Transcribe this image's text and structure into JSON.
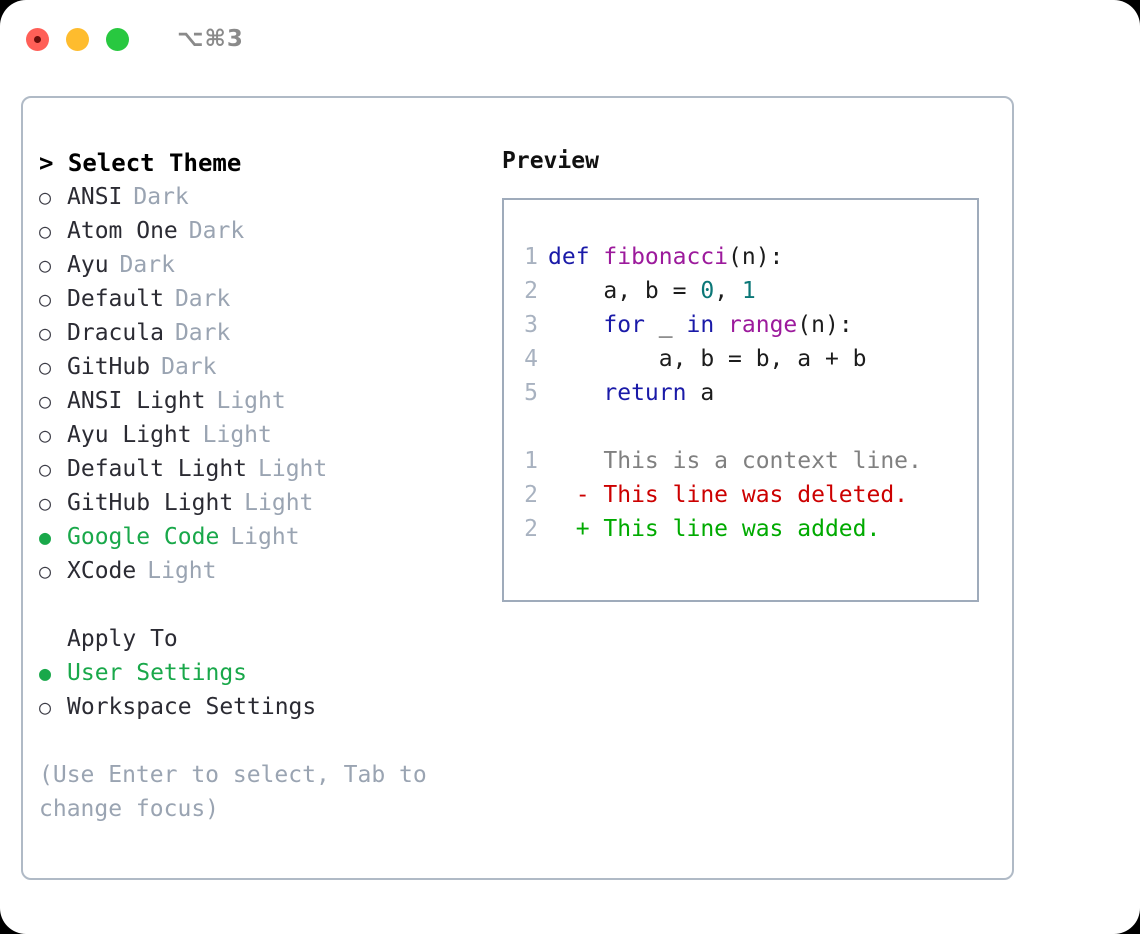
{
  "window": {
    "shortcut": "⌥⌘3",
    "traffic_lights": [
      "close",
      "minimize",
      "maximize"
    ]
  },
  "theme_picker": {
    "header": "> Select Theme",
    "selected_marker": "●",
    "unselected_marker": "○",
    "items": [
      {
        "name": "ANSI",
        "tag": "Dark",
        "selected": false
      },
      {
        "name": "Atom One",
        "tag": "Dark",
        "selected": false
      },
      {
        "name": "Ayu",
        "tag": "Dark",
        "selected": false
      },
      {
        "name": "Default",
        "tag": "Dark",
        "selected": false
      },
      {
        "name": "Dracula",
        "tag": "Dark",
        "selected": false
      },
      {
        "name": "GitHub",
        "tag": "Dark",
        "selected": false
      },
      {
        "name": "ANSI Light",
        "tag": "Light",
        "selected": false
      },
      {
        "name": "Ayu Light",
        "tag": "Light",
        "selected": false
      },
      {
        "name": "Default Light",
        "tag": "Light",
        "selected": false
      },
      {
        "name": "GitHub Light",
        "tag": "Light",
        "selected": false
      },
      {
        "name": "Google Code",
        "tag": "Light",
        "selected": true
      },
      {
        "name": "XCode",
        "tag": "Light",
        "selected": false
      }
    ]
  },
  "apply_to": {
    "header": "Apply To",
    "items": [
      {
        "name": "User Settings",
        "selected": true
      },
      {
        "name": "Workspace Settings",
        "selected": false
      }
    ]
  },
  "hint": "(Use Enter to select, Tab to change focus)",
  "preview": {
    "title": "Preview",
    "code_lines": [
      {
        "num": "1",
        "tokens": [
          {
            "t": "def ",
            "c": "kw"
          },
          {
            "t": "fibonacci",
            "c": "fn"
          },
          {
            "t": "(n):",
            "c": "plain"
          }
        ]
      },
      {
        "num": "2",
        "tokens": [
          {
            "t": "    a, b = ",
            "c": "plain"
          },
          {
            "t": "0",
            "c": "num"
          },
          {
            "t": ", ",
            "c": "plain"
          },
          {
            "t": "1",
            "c": "num"
          }
        ]
      },
      {
        "num": "3",
        "tokens": [
          {
            "t": "    ",
            "c": "plain"
          },
          {
            "t": "for",
            "c": "kw"
          },
          {
            "t": " _ ",
            "c": "plain"
          },
          {
            "t": "in",
            "c": "kw"
          },
          {
            "t": " ",
            "c": "plain"
          },
          {
            "t": "range",
            "c": "fn"
          },
          {
            "t": "(n):",
            "c": "plain"
          }
        ]
      },
      {
        "num": "4",
        "tokens": [
          {
            "t": "        a, b = b, a + b",
            "c": "plain"
          }
        ]
      },
      {
        "num": "5",
        "tokens": [
          {
            "t": "    ",
            "c": "plain"
          },
          {
            "t": "return",
            "c": "kw"
          },
          {
            "t": " a",
            "c": "plain"
          }
        ]
      }
    ],
    "diff_lines": [
      {
        "num": "1",
        "sign": "  ",
        "text": "This is a context line.",
        "kind": "ctx"
      },
      {
        "num": "2",
        "sign": "- ",
        "text": "This line was deleted.",
        "kind": "del"
      },
      {
        "num": "2",
        "sign": "+ ",
        "text": "This line was added.",
        "kind": "add"
      }
    ]
  },
  "colors": {
    "accent_green": "#19a84a",
    "muted_tag": "#9aa4b2",
    "gutter": "#a8b2c0",
    "keyword": "#1a1aa8",
    "function": "#9c1a9c",
    "number": "#0b7777",
    "diff_context": "#808080",
    "diff_deleted": "#cc0000",
    "diff_added": "#00aa00",
    "panel_border": "#b0bac6",
    "code_border": "#9fabbb"
  }
}
